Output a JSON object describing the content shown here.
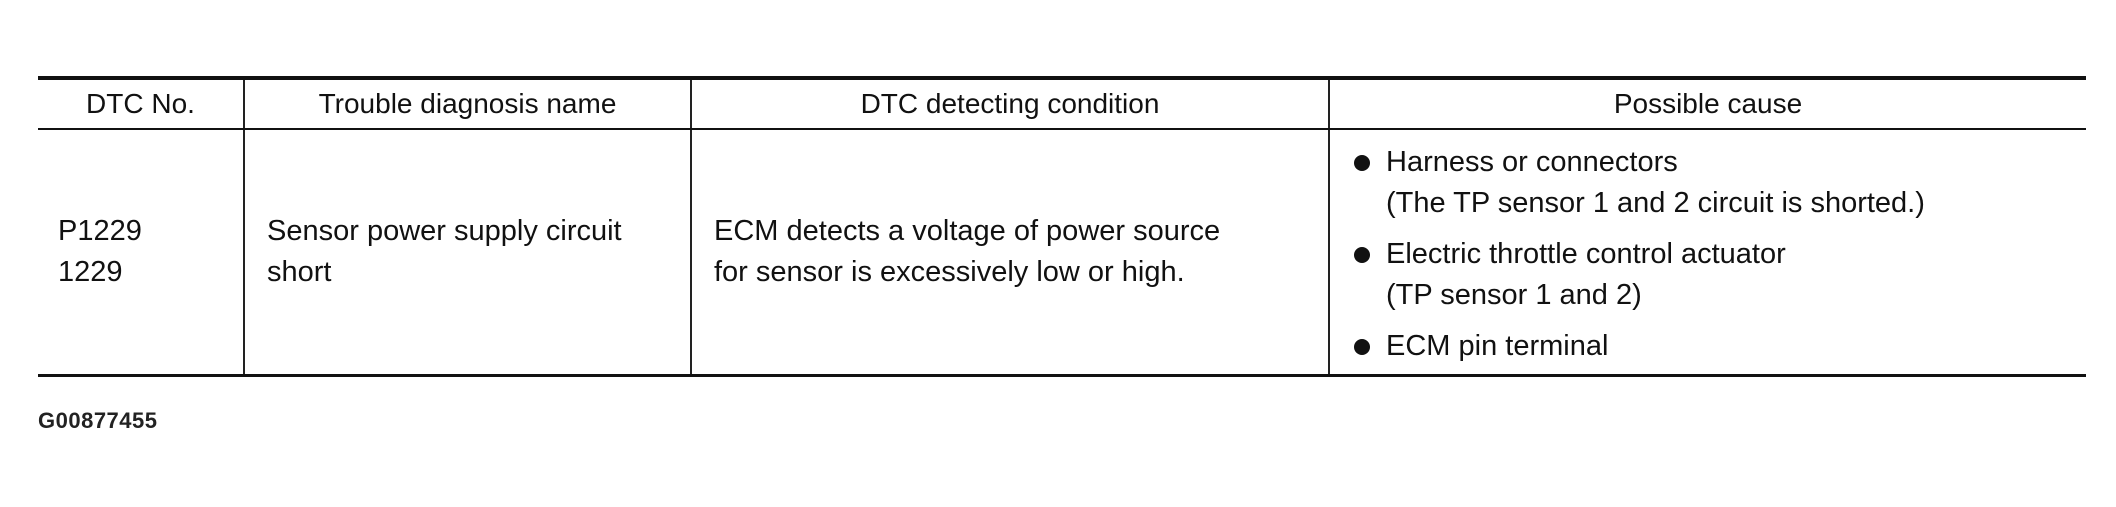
{
  "table": {
    "headers": {
      "dtc_no": "DTC No.",
      "diagnosis_name": "Trouble diagnosis name",
      "detecting_condition": "DTC detecting condition",
      "possible_cause": "Possible cause"
    },
    "rows": [
      {
        "dtc_codes": [
          "P1229",
          "1229"
        ],
        "diagnosis_name_lines": [
          "Sensor power supply circuit",
          "short"
        ],
        "detecting_condition_lines": [
          "ECM detects a voltage of power source",
          "for sensor is excessively low or high."
        ],
        "possible_causes": [
          {
            "lines": [
              "Harness or connectors",
              "(The TP sensor 1 and 2 circuit is shorted.)"
            ]
          },
          {
            "lines": [
              "Electric throttle control actuator",
              "(TP sensor 1 and 2)"
            ]
          },
          {
            "lines": [
              "ECM pin terminal"
            ]
          }
        ]
      }
    ]
  },
  "figure_id": "G00877455"
}
